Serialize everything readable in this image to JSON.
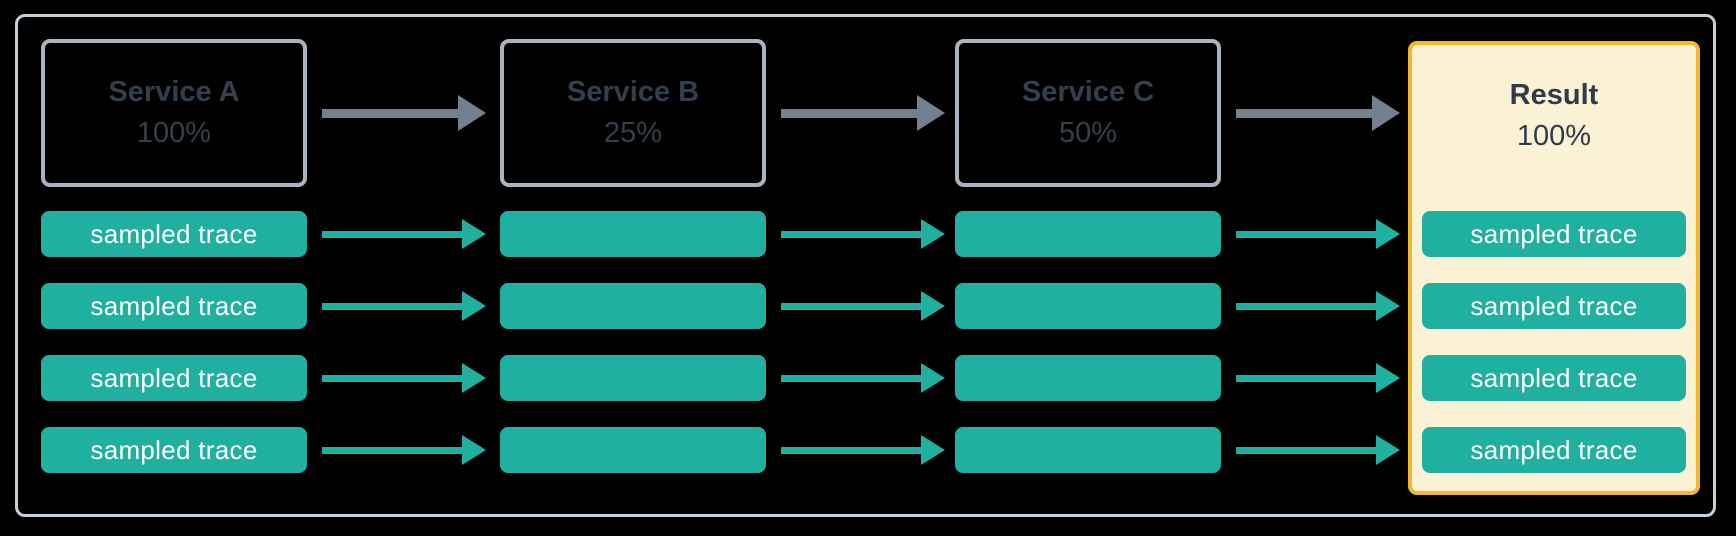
{
  "diagram": {
    "services": [
      {
        "name": "Service A",
        "sample_rate": "100%"
      },
      {
        "name": "Service B",
        "sample_rate": "25%"
      },
      {
        "name": "Service C",
        "sample_rate": "50%"
      }
    ],
    "result": {
      "name": "Result",
      "sample_rate": "100%"
    },
    "trace_label": "sampled trace",
    "trace_rows": 4,
    "colors": {
      "background": "#000000",
      "outer_border": "#C5CFDA",
      "service_border": "#A9B4C0",
      "service_text": "#333F4D",
      "arrow_gray": "#72808F",
      "trace_teal": "#1FB0A0",
      "trace_text": "#FFFFFF",
      "result_background": "#FBF1D4",
      "result_border": "#F4B82D",
      "result_text": "#2E3B4B"
    }
  }
}
